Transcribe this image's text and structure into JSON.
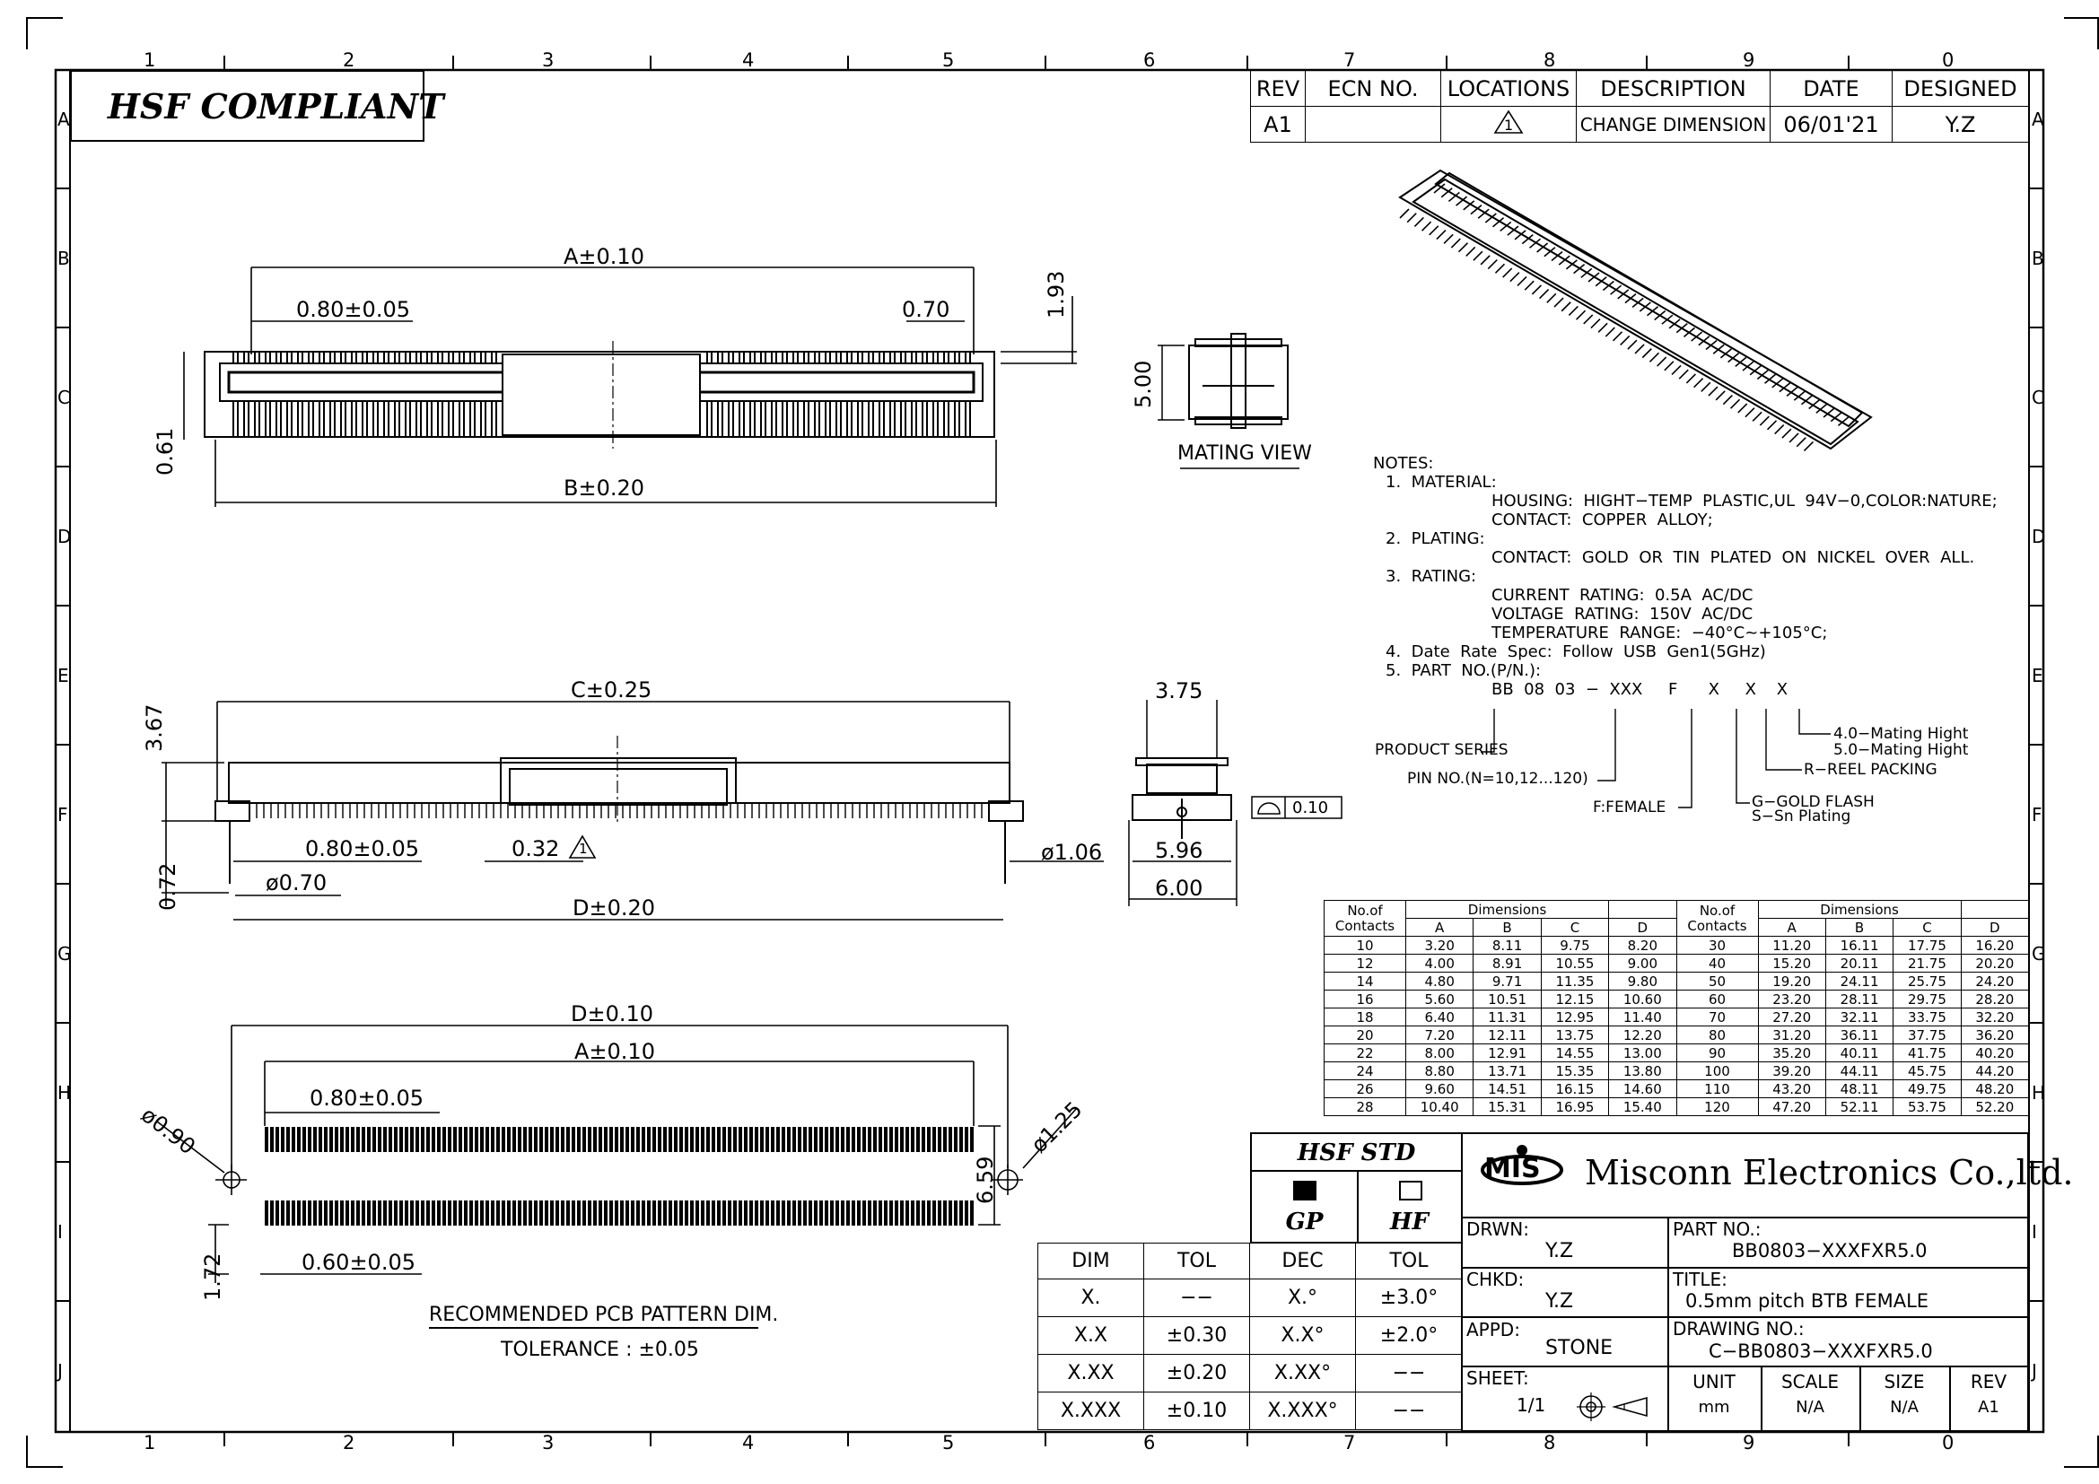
{
  "border": {
    "cols_top": [
      "1",
      "2",
      "3",
      "4",
      "5",
      "6",
      "7",
      "8",
      "9",
      "0"
    ],
    "rows": [
      "A",
      "B",
      "C",
      "D",
      "E",
      "F",
      "G",
      "H",
      "I",
      "J"
    ]
  },
  "header": {
    "hsf_compliant": "HSF COMPLIANT"
  },
  "revision_table": {
    "headers": [
      "REV",
      "ECN NO.",
      "LOCATIONS",
      "DESCRIPTION",
      "DATE",
      "DESIGNED"
    ],
    "row": {
      "rev": "A1",
      "ecn": "",
      "location": "1",
      "description": "CHANGE DIMENSION",
      "date": "06/01'21",
      "designed": "Y.Z"
    }
  },
  "top_view": {
    "dim_a": "A±0.10",
    "dim_pitch": "0.80±0.05",
    "dim_070": "0.70",
    "dim_193": "1.93",
    "dim_061": "0.61",
    "dim_b": "B±0.20"
  },
  "mating_view": {
    "label": "MATING VIEW",
    "dim_height": "5.00"
  },
  "side_view": {
    "dim_c": "C±0.25",
    "dim_367": "3.67",
    "dim_pitch": "0.80±0.05",
    "dim_032": "0.32",
    "dim_032_flag": "1",
    "dim_072": "0.72",
    "dim_phi070": "ø0.70",
    "dim_phi106": "ø1.06",
    "dim_d": "D±0.20"
  },
  "end_view": {
    "dim_375": "3.75",
    "dim_596": "5.96",
    "dim_600": "6.00",
    "flatness": "0.10"
  },
  "pcb_pattern": {
    "dim_d": "D±0.10",
    "dim_a": "A±0.10",
    "dim_pitch": "0.80±0.05",
    "dim_phi090": "ø0.90",
    "dim_phi125": "ø1.25",
    "dim_659": "6.59",
    "dim_172": "1.72",
    "dim_pad": "0.60±0.05",
    "title": "RECOMMENDED PCB PATTERN DIM.",
    "tolerance": "TOLERANCE : ±0.05"
  },
  "notes": {
    "heading": "NOTES:",
    "lines": [
      {
        "indent": 1,
        "text": "1.  MATERIAL:"
      },
      {
        "indent": 2,
        "text": "HOUSING:  HIGHT−TEMP  PLASTIC,UL  94V−0,COLOR:NATURE;"
      },
      {
        "indent": 2,
        "text": "CONTACT:  COPPER  ALLOY;"
      },
      {
        "indent": 1,
        "text": "2.  PLATING:"
      },
      {
        "indent": 2,
        "text": "CONTACT:  GOLD  OR  TIN  PLATED  ON  NICKEL  OVER  ALL."
      },
      {
        "indent": 1,
        "text": "3.  RATING:"
      },
      {
        "indent": 2,
        "text": "CURRENT  RATING:  0.5A  AC/DC"
      },
      {
        "indent": 2,
        "text": "VOLTAGE  RATING:  150V  AC/DC"
      },
      {
        "indent": 2,
        "text": "TEMPERATURE  RANGE:  −40°C~+105°C;"
      },
      {
        "indent": 1,
        "text": "4.  Date  Rate  Spec:  Follow  USB  Gen1(5GHz)"
      },
      {
        "indent": 1,
        "text": "5.  PART  NO.(P/N.):"
      }
    ],
    "part_code": "BB  08  03  −  XXX     F      X     X    X",
    "legend": {
      "product_series": "PRODUCT  SERIES",
      "pin_no": "PIN  NO.(N=10,12...120)",
      "female": "F:FEMALE",
      "gold": "G−GOLD  FLASH",
      "sn": "S−Sn  Plating",
      "reel": "R−REEL  PACKING",
      "h40": "4.0−Mating  Hight",
      "h50": "5.0−Mating  Hight"
    }
  },
  "dim_table": {
    "h_contacts": "No.of Contacts",
    "h_dimensions": "Dimensions",
    "cols": [
      "A",
      "B",
      "C",
      "D"
    ],
    "rows_left": [
      [
        "10",
        "3.20",
        "8.11",
        "9.75",
        "8.20"
      ],
      [
        "12",
        "4.00",
        "8.91",
        "10.55",
        "9.00"
      ],
      [
        "14",
        "4.80",
        "9.71",
        "11.35",
        "9.80"
      ],
      [
        "16",
        "5.60",
        "10.51",
        "12.15",
        "10.60"
      ],
      [
        "18",
        "6.40",
        "11.31",
        "12.95",
        "11.40"
      ],
      [
        "20",
        "7.20",
        "12.11",
        "13.75",
        "12.20"
      ],
      [
        "22",
        "8.00",
        "12.91",
        "14.55",
        "13.00"
      ],
      [
        "24",
        "8.80",
        "13.71",
        "15.35",
        "13.80"
      ],
      [
        "26",
        "9.60",
        "14.51",
        "16.15",
        "14.60"
      ],
      [
        "28",
        "10.40",
        "15.31",
        "16.95",
        "15.40"
      ]
    ],
    "rows_right": [
      [
        "30",
        "11.20",
        "16.11",
        "17.75",
        "16.20"
      ],
      [
        "40",
        "15.20",
        "20.11",
        "21.75",
        "20.20"
      ],
      [
        "50",
        "19.20",
        "24.11",
        "25.75",
        "24.20"
      ],
      [
        "60",
        "23.20",
        "28.11",
        "29.75",
        "28.20"
      ],
      [
        "70",
        "27.20",
        "32.11",
        "33.75",
        "32.20"
      ],
      [
        "80",
        "31.20",
        "36.11",
        "37.75",
        "36.20"
      ],
      [
        "90",
        "35.20",
        "40.11",
        "41.75",
        "40.20"
      ],
      [
        "100",
        "39.20",
        "44.11",
        "45.75",
        "44.20"
      ],
      [
        "110",
        "43.20",
        "48.11",
        "49.75",
        "48.20"
      ],
      [
        "120",
        "47.20",
        "52.11",
        "53.75",
        "52.20"
      ]
    ]
  },
  "tolerance_table": {
    "h_dim": "DIM",
    "h_tol": "TOL",
    "h_dec": "DEC",
    "h_tol2": "TOL",
    "rows": [
      [
        "X.",
        "−−",
        "X.°",
        "±3.0°"
      ],
      [
        "X.X",
        "±0.30",
        "X.X°",
        "±2.0°"
      ],
      [
        "X.XX",
        "±0.20",
        "X.XX°",
        "−−"
      ],
      [
        "X.XXX",
        "±0.10",
        "X.XXX°",
        "−−"
      ]
    ]
  },
  "hsf_std": {
    "title": "HSF  STD",
    "gp": "GP",
    "hf": "HF"
  },
  "title_block": {
    "logo": "MIS",
    "company": "Misconn Electronics Co.,ltd.",
    "drwn_label": "DRWN:",
    "drwn": "Y.Z",
    "chkd_label": "CHKD:",
    "chkd": "Y.Z",
    "appd_label": "APPD:",
    "appd": "STONE",
    "sheet_label": "SHEET:",
    "sheet": "1/1",
    "part_no_label": "PART  NO.:",
    "part_no": "BB0803−XXXFXR5.0",
    "title_label": "TITLE:",
    "title": "0.5mm  pitch  BTB  FEMALE",
    "drawing_no_label": "DRAWING  NO.:",
    "drawing_no": "C−BB0803−XXXFXR5.0",
    "unit_label": "UNIT",
    "unit": "mm",
    "scale_label": "SCALE",
    "scale": "N/A",
    "size_label": "SIZE",
    "size": "N/A",
    "rev_label": "REV",
    "rev": "A1"
  }
}
